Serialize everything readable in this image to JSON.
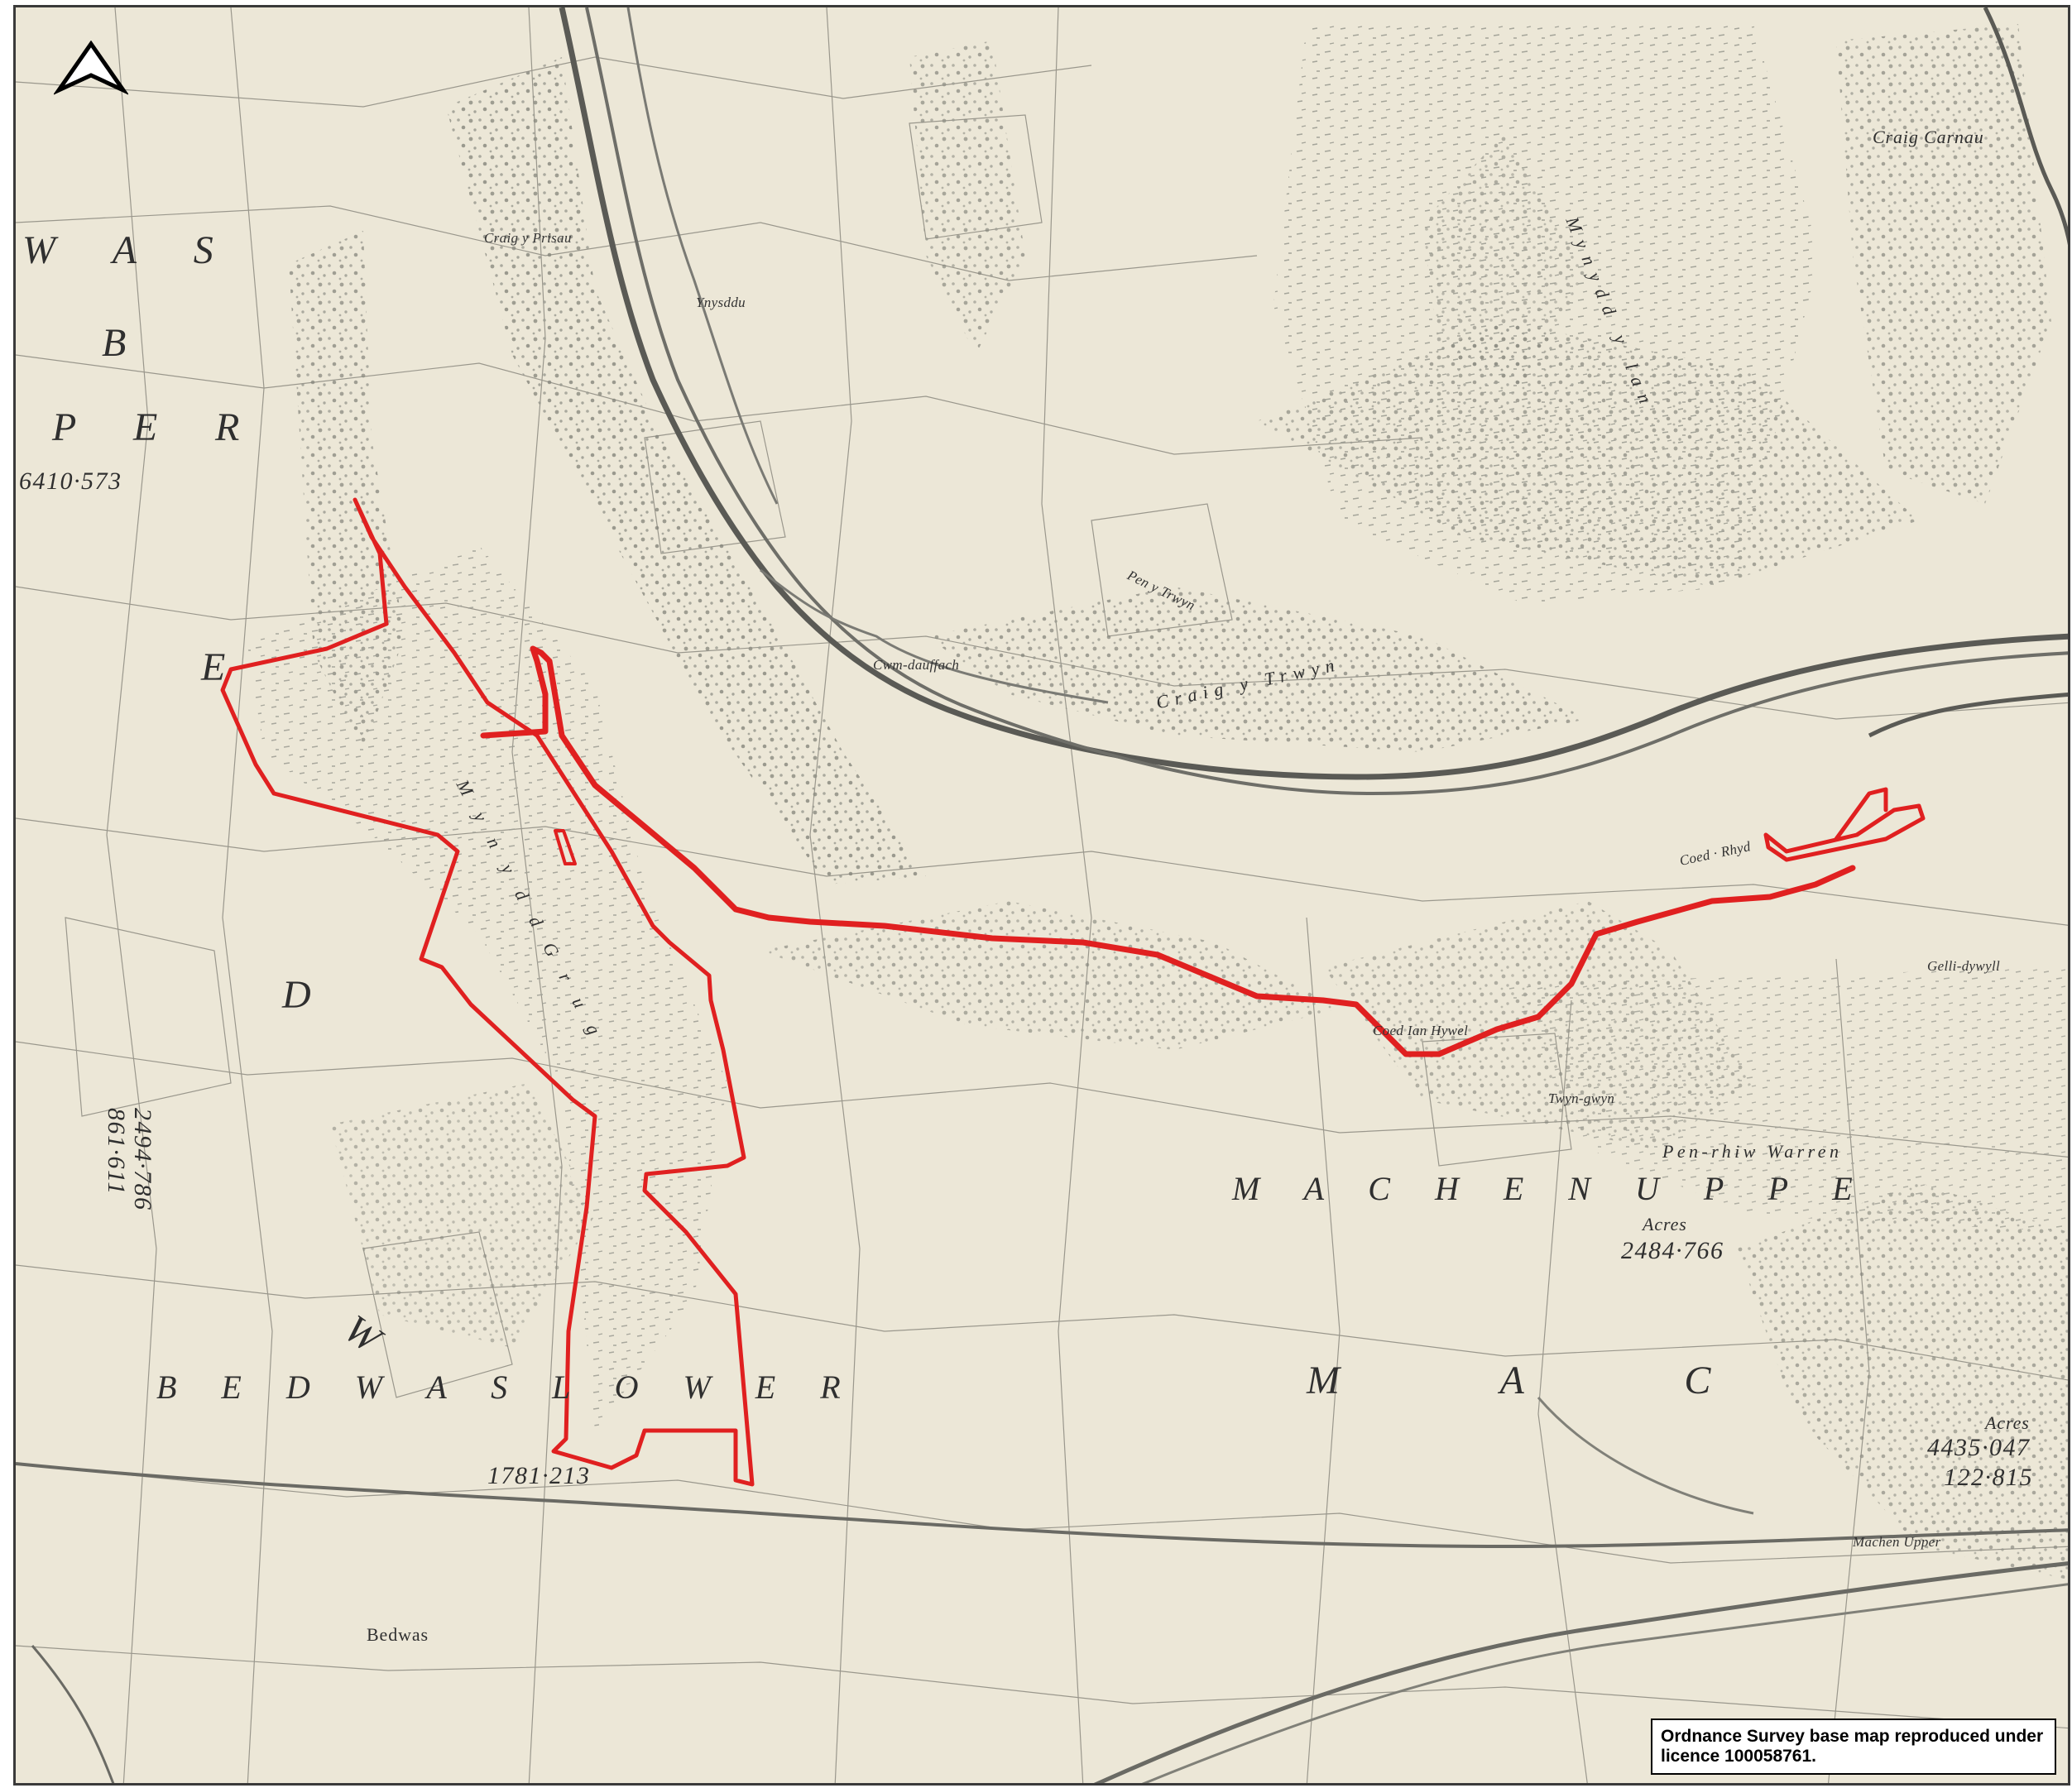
{
  "map": {
    "north_arrow": "north-arrow-icon",
    "boundary_color": "#e02020",
    "paper_color": "#ece7d7",
    "copyright": "Ordnance Survey base map reproduced under licence 100058761.",
    "labels": {
      "was": "W A S",
      "b": "B",
      "per": "P E R",
      "acres_left": "6410·573",
      "e": "E",
      "d": "D",
      "w": "W",
      "acres_vert": "2494·786",
      "acres_vert2": "861·611",
      "bedwas_lower": "B E D W A S   L O W E R",
      "acres_bottom": "1781·213",
      "machen_upper": "M A C H E N   U P P E",
      "pen_rhiw_warren": "Pen-rhiw  Warren",
      "acres_machen": "Acres",
      "acres_machen_val": "2484·766",
      "mac": "M   A   C",
      "acres_right": "Acres",
      "acres_right_val1": "4435·047",
      "acres_right_val2": "122·815",
      "craig_carnau": "Craig Carnau",
      "mynydd_y_lan": "Mynydd  y  lan",
      "craig_y_trwyn": "Craig  y  Trwyn",
      "pen_y_trwyn": "Pen y Trwyn",
      "coed_rhyd": "Coed · Rhyd",
      "coed_ian_hywel": "Coed  Ian Hywel",
      "mynydd_grug": "M y n y d d   G r u g",
      "craig_y_prisau": "Craig y Prisau",
      "ynysddu": "Ynysddu",
      "bedwas": "Bedwas",
      "machen_upper_town": "Machen Upper",
      "twyn_gwyn": "Twyn-gwyn",
      "cwm_dauffach": "Cwm-dauffach",
      "gelli_dywyll": "Gelli-dywyll"
    }
  }
}
